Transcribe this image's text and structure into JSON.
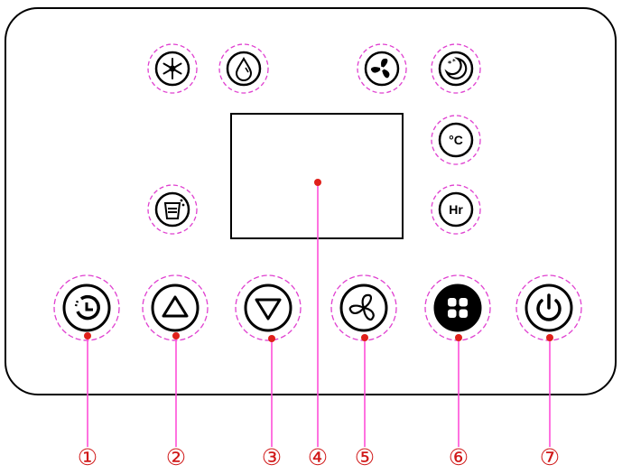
{
  "panel": {
    "indicators": [
      {
        "name": "cool-mode-indicator",
        "icon": "snowflake-icon"
      },
      {
        "name": "dry-mode-indicator",
        "icon": "water-drop-icon"
      },
      {
        "name": "fan-mode-indicator",
        "icon": "fan-icon"
      },
      {
        "name": "sleep-mode-indicator",
        "icon": "moon-stars-icon"
      },
      {
        "name": "celsius-indicator",
        "icon": "celsius-icon",
        "label": "°C"
      },
      {
        "name": "bucket-full-indicator",
        "icon": "water-bucket-icon"
      },
      {
        "name": "hour-indicator",
        "icon": "hour-icon",
        "label": "Hr"
      }
    ],
    "buttons": [
      {
        "name": "timer-button",
        "icon": "timer-icon"
      },
      {
        "name": "up-button",
        "icon": "triangle-up-icon"
      },
      {
        "name": "down-button",
        "icon": "triangle-down-icon"
      },
      {
        "name": "fan-speed-button",
        "icon": "fan-icon"
      },
      {
        "name": "mode-button",
        "icon": "mode-grid-icon"
      },
      {
        "name": "power-button",
        "icon": "power-icon"
      }
    ],
    "display": {
      "name": "lcd-display"
    }
  },
  "callouts": [
    "①",
    "②",
    "③",
    "④",
    "⑤",
    "⑥",
    "⑦"
  ],
  "colors": {
    "leader_line": "#ff4fd8",
    "leader_dot": "#e0201a",
    "callout_text": "#d01818",
    "outline": "#000000",
    "halo": "#e040d0"
  }
}
